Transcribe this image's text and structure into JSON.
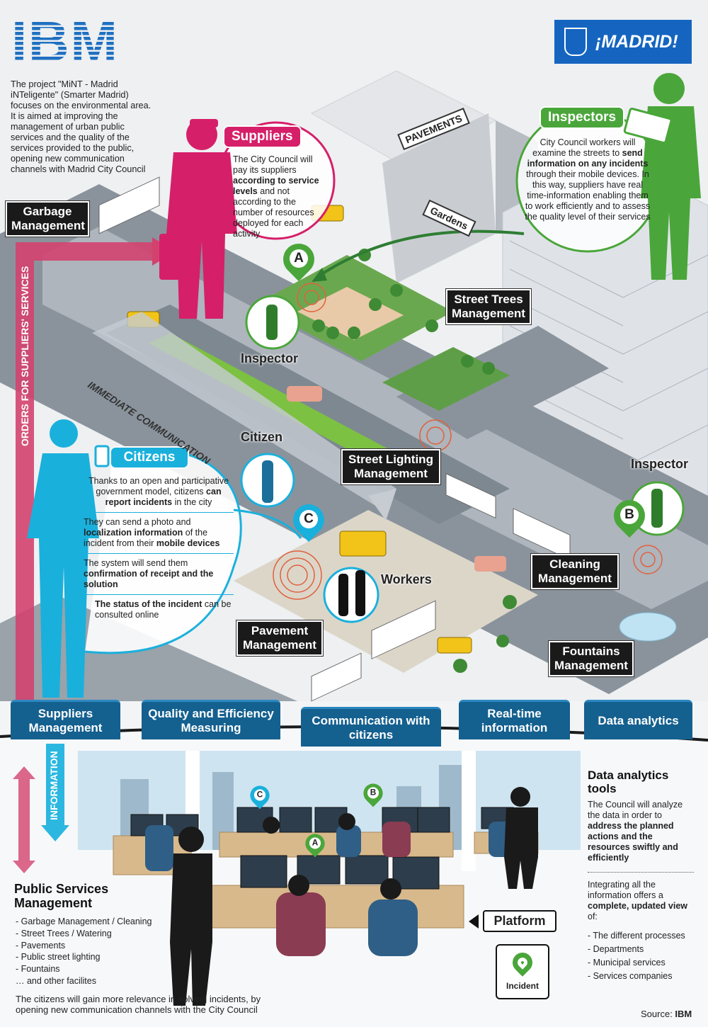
{
  "brand": {
    "ibm": "IBM",
    "madrid": "¡MADRID!"
  },
  "intro": "The project \"MiNT - Madrid iNTeligente\" (Smarter Madrid) focuses on the environmental area. It is aimed at improving the management of urban public services and the quality of the services provided to the public, opening new communication channels with Madrid City Council",
  "suppliers": {
    "title": "Suppliers",
    "text_1": "The City Council will pay its suppliers ",
    "text_bold": "according to service levels",
    "text_2": " and not according to the number of resources deployed for each activity",
    "color": "#d61f69"
  },
  "inspectors": {
    "title": "Inspectors",
    "text_1": "City Council workers will examine the streets to ",
    "text_bold": "send information on any incidents",
    "text_2": " through their mobile devices. In this way, suppliers have real time-information enabling them to work efficiently and to assess the quality level of their services",
    "color": "#4aa63a"
  },
  "citizens": {
    "title": "Citizens",
    "p1_a": "Thanks to an open and participative government model, citizens ",
    "p1_b": "can report incidents",
    "p1_c": " in the city",
    "p2_a": "They can send a photo and ",
    "p2_b": "localization information",
    "p2_c": " of the incident from their ",
    "p2_d": "mobile devices",
    "p3_a": "The system will send them ",
    "p3_b": "confirmation of receipt and the solution",
    "p4_a": "The status of the incident",
    "p4_b": " can be consulted online",
    "color": "#1ab0dc"
  },
  "city_labels": {
    "garbage": "Garbage Management",
    "street_trees": "Street Trees Management",
    "street_lighting": "Street Lighting Management",
    "cleaning": "Cleaning Management",
    "fountains": "Fountains Management",
    "pavement": "Pavement Management",
    "inspector_a": "Inspector",
    "inspector_b": "Inspector",
    "citizen": "Citizen",
    "workers": "Workers",
    "immediate": "IMMEDIATE COMMUNICATION",
    "pavements_sign": "PAVEMENTS",
    "gardens_sign": "Gardens"
  },
  "pins": {
    "a": "A",
    "b": "B",
    "c": "C"
  },
  "orders_arrow": "ORDERS FOR SUPPLIERS' SERVICES",
  "information_arrow": "INFORMATION",
  "tabs": [
    {
      "label": "Suppliers Management"
    },
    {
      "label": "Quality and Efficiency Measuring"
    },
    {
      "label": "Communication with citizens"
    },
    {
      "label": "Real-time information"
    },
    {
      "label": "Data analytics"
    }
  ],
  "public_services": {
    "title": "Public Services Management",
    "items": [
      "- Garbage Management / Cleaning",
      "- Street Trees / Watering",
      "- Pavements",
      "- Public street lighting",
      "- Fountains",
      "… and other facilites"
    ],
    "footer": "The citizens will gain more relevance in solving incidents, by opening new communication channels with the City Council"
  },
  "analytics": {
    "title": "Data analytics tools",
    "p1_a": "The Council will analyze the data in order to ",
    "p1_b": "address the planned actions and the resources swiftly and efficiently",
    "p2_a": "Integrating all the information offers a ",
    "p2_b": "complete, updated view",
    "p2_c": " of:",
    "items": [
      "- The different processes",
      "- Departments",
      "- Municipal services",
      "- Services companies"
    ]
  },
  "platform": "Platform",
  "incident": "Incident",
  "source": {
    "label": "Source: ",
    "value": "IBM"
  },
  "colors": {
    "tab_blue": "#14608f",
    "ibm_blue": "#1f70c1",
    "madrid_blue": "#1565c0",
    "orders_arrow": "#d3426f",
    "info_arrow": "#2bb7e0"
  }
}
